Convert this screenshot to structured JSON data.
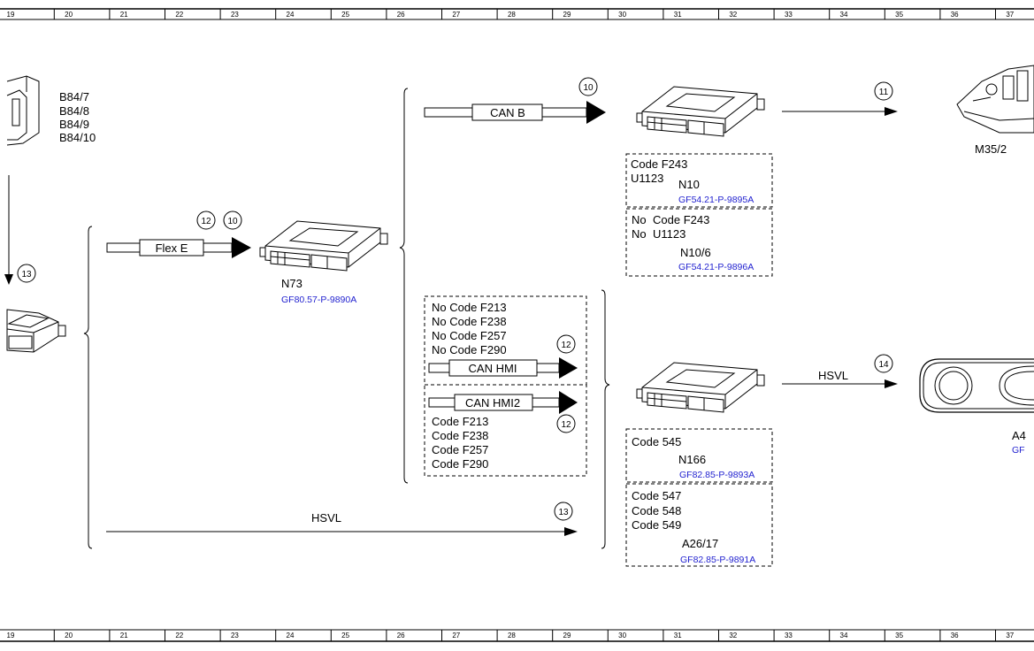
{
  "ruler": {
    "columns": [
      "19",
      "20",
      "21",
      "22",
      "23",
      "24",
      "25",
      "26",
      "27",
      "28",
      "29",
      "30",
      "31",
      "32",
      "33",
      "34",
      "35",
      "36",
      "37"
    ]
  },
  "sensors": {
    "labels": [
      "B84/7",
      "B84/8",
      "B84/9",
      "B84/10"
    ]
  },
  "flexe": {
    "bus_label": "Flex E",
    "num_a": "12",
    "num_b": "10",
    "module_name": "N73",
    "module_ref": "GF80.57-P-9890A"
  },
  "canb": {
    "bus_label": "CAN B",
    "num": "10"
  },
  "n10": {
    "line1": "Code F243",
    "line2": "U1123",
    "name": "N10",
    "ref": "GF54.21-P-9895A"
  },
  "n10_6": {
    "line1_a": "No",
    "line1_b": "Code F243",
    "line2_a": "No",
    "line2_b": "U1123",
    "name": "N10/6",
    "ref": "GF54.21-P-9896A"
  },
  "m35": {
    "num": "11",
    "name": "M35/2"
  },
  "hmi": {
    "codes_no": [
      "No Code F213",
      "No Code F238",
      "No Code F257",
      "No Code F290"
    ],
    "bus1": "CAN HMI",
    "num1": "12",
    "bus2": "CAN HMI2",
    "num2": "12",
    "codes": [
      "Code F213",
      "Code F238",
      "Code F257",
      "Code F290"
    ]
  },
  "n166": {
    "code": "Code 545",
    "name": "N166",
    "ref": "GF82.85-P-9893A"
  },
  "a26": {
    "codes": [
      "Code 547",
      "Code 548",
      "Code 549"
    ],
    "name": "A26/17",
    "ref": "GF82.85-P-9891A"
  },
  "hsvl_right": {
    "label": "HSVL",
    "num": "14"
  },
  "cluster": {
    "name": "A4",
    "ref": "GF"
  },
  "hsvl_bottom": {
    "label": "HSVL",
    "num": "13"
  },
  "left_arrow": {
    "num": "13"
  }
}
